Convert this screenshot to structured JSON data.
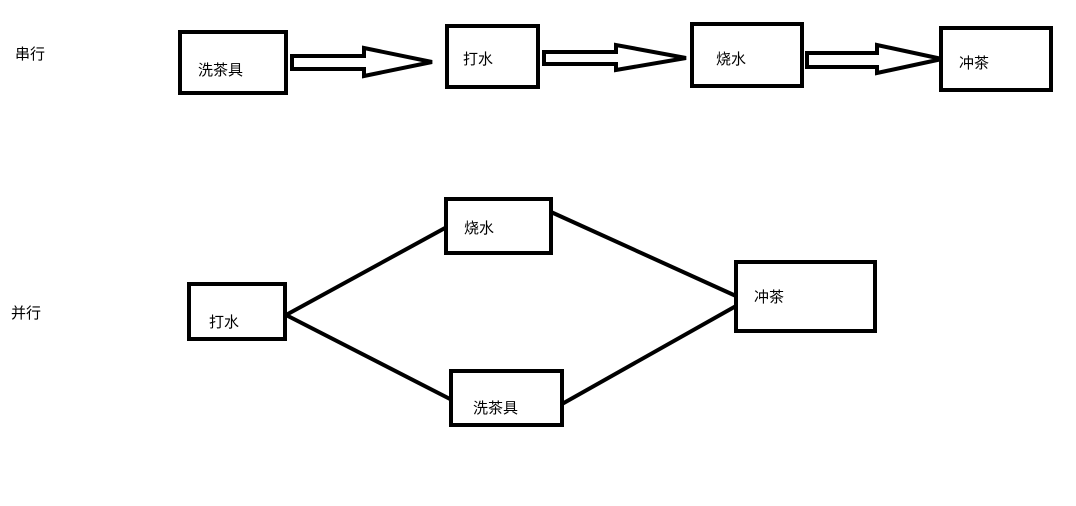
{
  "diagram": {
    "serial": {
      "label": "串行",
      "steps": [
        "洗茶具",
        "打水",
        "烧水",
        "冲茶"
      ]
    },
    "parallel": {
      "label": "并行",
      "start": "打水",
      "branch_top": "烧水",
      "branch_bottom": "洗茶具",
      "end": "冲茶"
    },
    "colors": {
      "stroke": "#000000",
      "fill": "#ffffff",
      "text": "#000000"
    }
  }
}
